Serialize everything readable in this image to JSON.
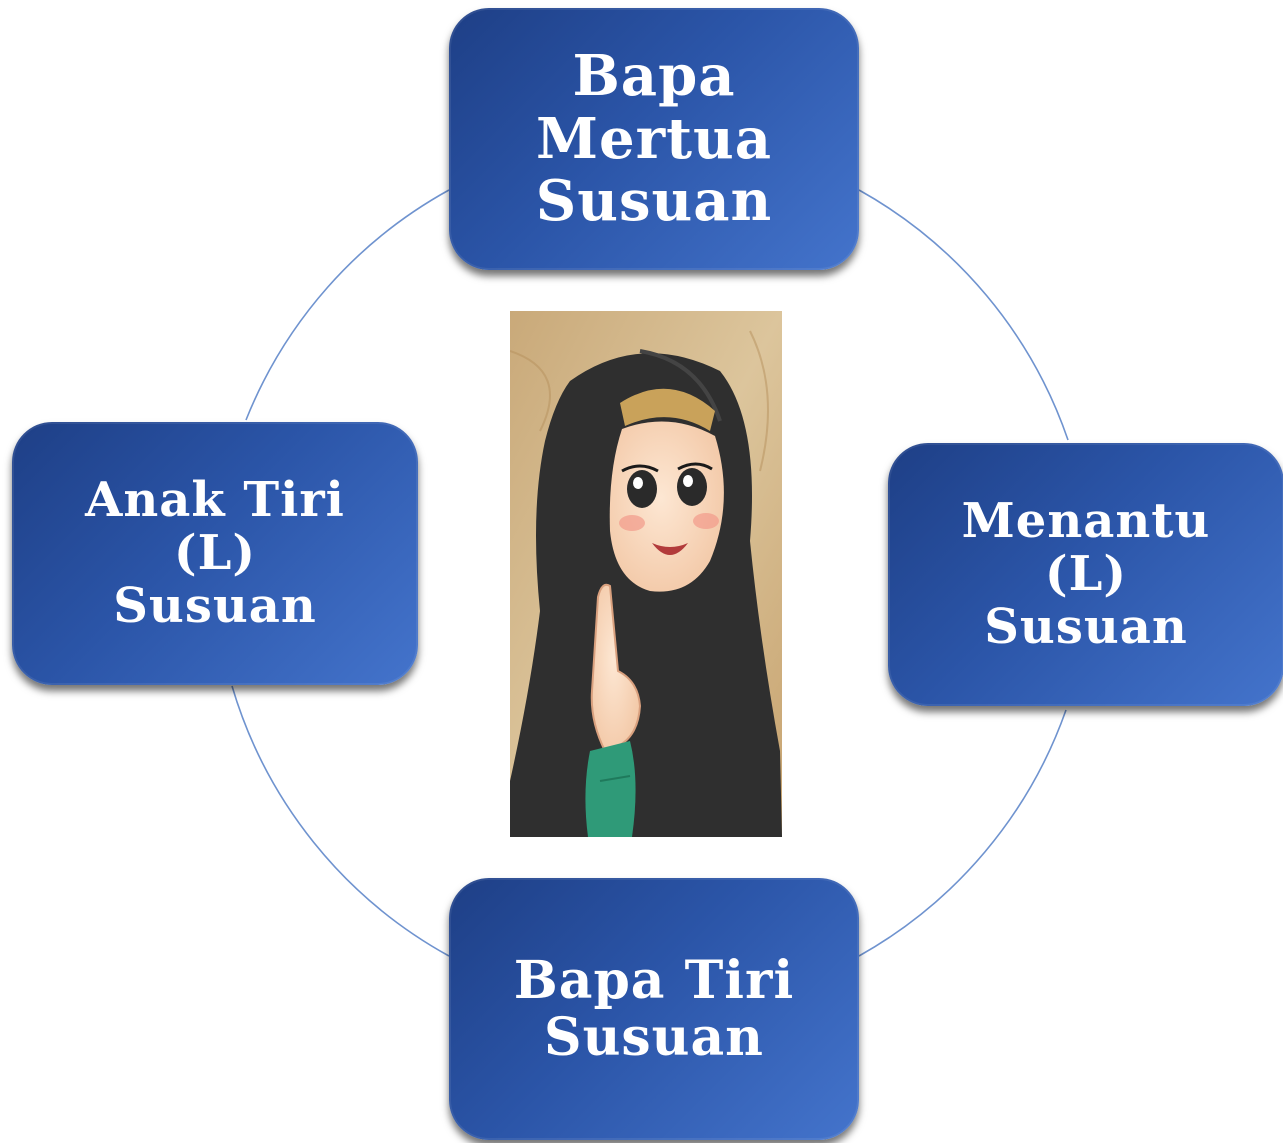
{
  "diagram": {
    "type": "cycle",
    "nodes": [
      {
        "id": "top",
        "lines": [
          "Bapa",
          "Mertua",
          "Susuan"
        ]
      },
      {
        "id": "right",
        "lines": [
          "Menantu",
          "(L)",
          "Susuan"
        ]
      },
      {
        "id": "bottom",
        "lines": [
          "Bapa Tiri",
          "Susuan"
        ]
      },
      {
        "id": "left",
        "lines": [
          "Anak Tiri",
          "(L)",
          "Susuan"
        ]
      }
    ],
    "center_image": "hijab-girl-cartoon-pointing-finger",
    "colors": {
      "node_fill_dark": "#1e3f86",
      "node_fill_light": "#4474cc",
      "node_text": "#ffffff",
      "cycle_line": "#6f93cf",
      "illustration_background": "#d9c39a",
      "hijab": "#2f2f2f",
      "sleeve": "#2f9a78"
    }
  }
}
